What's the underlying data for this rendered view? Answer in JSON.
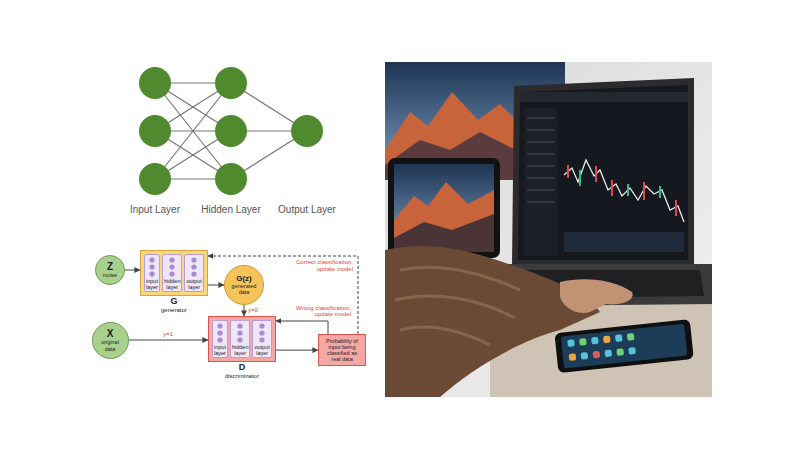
{
  "diagram": {
    "nodes": [
      {
        "text": [
          "Z",
          "noise"
        ]
      },
      {
        "text": [
          "G",
          "generator"
        ]
      },
      {
        "text": [
          "input layer"
        ],
        "in": 1
      },
      {
        "text": [
          "hidden layer"
        ],
        "in": 1
      },
      {
        "text": [
          "output layer"
        ],
        "in": 1
      },
      {
        "text": [
          "G(z)",
          "generated data"
        ]
      },
      {
        "text": [
          "X",
          "original data"
        ]
      },
      {
        "text": [
          "D",
          "discriminator"
        ]
      },
      {
        "text": [
          "input layer"
        ],
        "in": 7
      },
      {
        "text": [
          "hidden layer"
        ],
        "in": 7
      },
      {
        "text": [
          "output layer"
        ],
        "in": 7
      },
      {
        "text": [
          "Probability of input being classified as real data"
        ]
      }
    ],
    "edges": [
      {
        "from": 0,
        "to": 1,
        "arrow": "to"
      },
      {
        "from": 1,
        "to": 5,
        "arrow": "to"
      },
      {
        "from": 5,
        "to": 7,
        "arrow": "to",
        "label": "y=0"
      },
      {
        "from": 6,
        "to": 7,
        "arrow": "to",
        "label": "y=1"
      },
      {
        "from": 7,
        "to": 11,
        "arrow": "to"
      },
      {
        "from": 11,
        "to": 1,
        "arrow": "to",
        "label": "Correct classification, update model"
      },
      {
        "from": 11,
        "to": 7,
        "arrow": "to",
        "label": "Wrong classification, update model"
      }
    ],
    "labels": [
      "Input Layer",
      "Hidden Layer",
      "Output Layer"
    ]
  }
}
